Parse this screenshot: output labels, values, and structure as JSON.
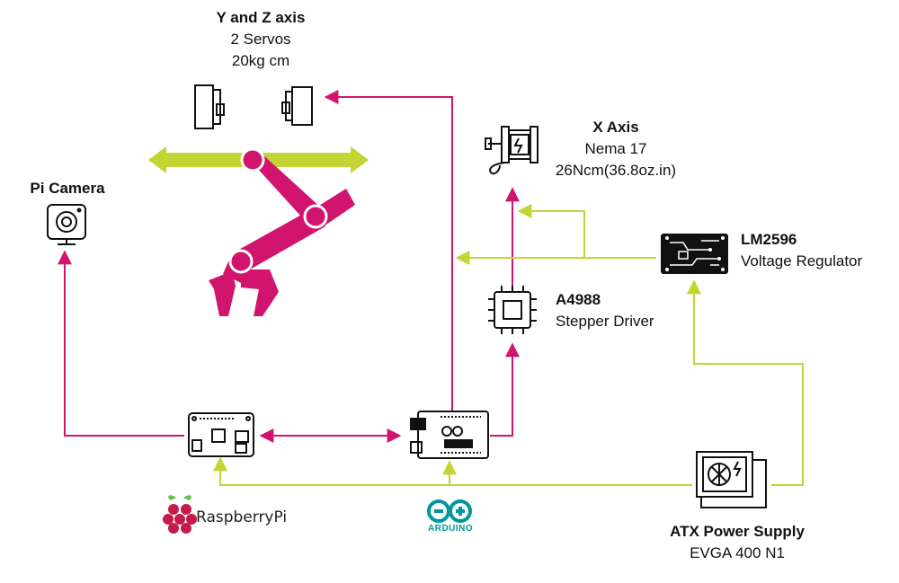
{
  "colors": {
    "data_link": "#d1146d",
    "power_link": "#c4d433",
    "outline": "#111111",
    "arduino": "#00979c",
    "raspberry_leaf": "#6cc04a",
    "raspberry_berry": "#c51a4a"
  },
  "servos": {
    "title": "Y and Z axis",
    "line1": "2 Servos",
    "line2": "20kg cm"
  },
  "stepper_motor": {
    "title": "X Axis",
    "line1": "Nema 17",
    "line2": "26Ncm(36.8oz.in)"
  },
  "camera": {
    "title": "Pi Camera"
  },
  "regulator": {
    "title": "LM2596",
    "subtitle": "Voltage Regulator"
  },
  "driver": {
    "title": "A4988",
    "subtitle": "Stepper Driver"
  },
  "psu": {
    "title": "ATX Power Supply",
    "subtitle": "EVGA 400 N1"
  },
  "raspberry_pi": {
    "brand": "RaspberryPi"
  },
  "arduino": {
    "brand": "ARDUINO"
  },
  "icons": [
    "servo-icon",
    "stepper-motor-icon",
    "camera-icon",
    "robot-arm-icon",
    "chip-icon",
    "circuit-board-icon",
    "raspberry-pi-board-icon",
    "arduino-board-icon",
    "power-supply-icon",
    "raspberry-logo-icon",
    "arduino-logo-icon"
  ]
}
